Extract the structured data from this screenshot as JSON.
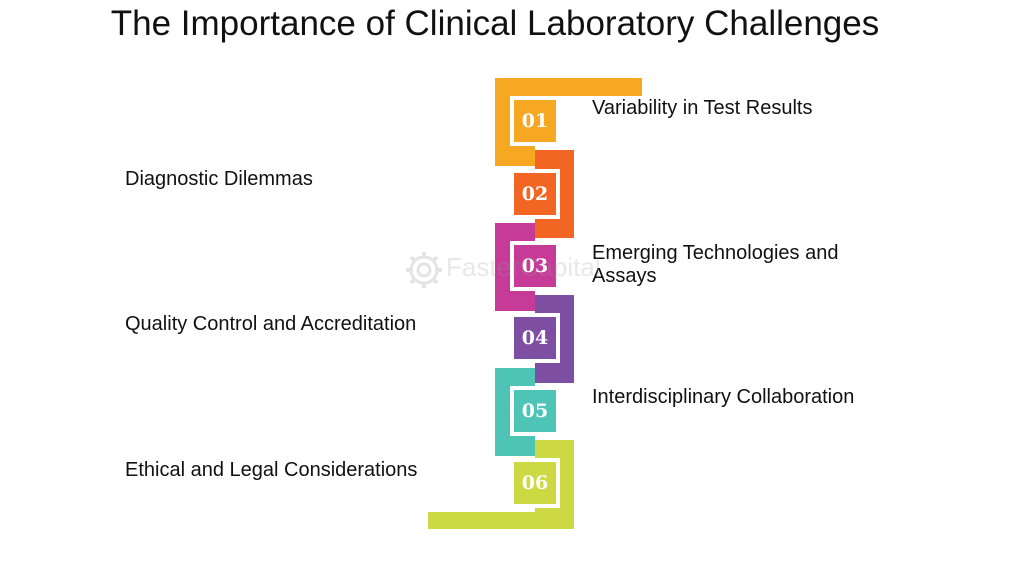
{
  "title": "The Importance of Clinical Laboratory Challenges",
  "steps": [
    {
      "number": "01",
      "label": "Variability in Test Results",
      "color": "#F7A823"
    },
    {
      "number": "02",
      "label": "Diagnostic Dilemmas",
      "color": "#F26522"
    },
    {
      "number": "03",
      "label": "Emerging Technologies and Assays",
      "color": "#C63B98"
    },
    {
      "number": "04",
      "label": "Quality Control and Accreditation",
      "color": "#7D4EA1"
    },
    {
      "number": "05",
      "label": "Interdisciplinary Collaboration",
      "color": "#4EC4B7"
    },
    {
      "number": "06",
      "label": "Ethical and Legal Considerations",
      "color": "#CDD943"
    }
  ],
  "watermark": {
    "text": "FasterCapital",
    "icon": "gear-icon"
  }
}
